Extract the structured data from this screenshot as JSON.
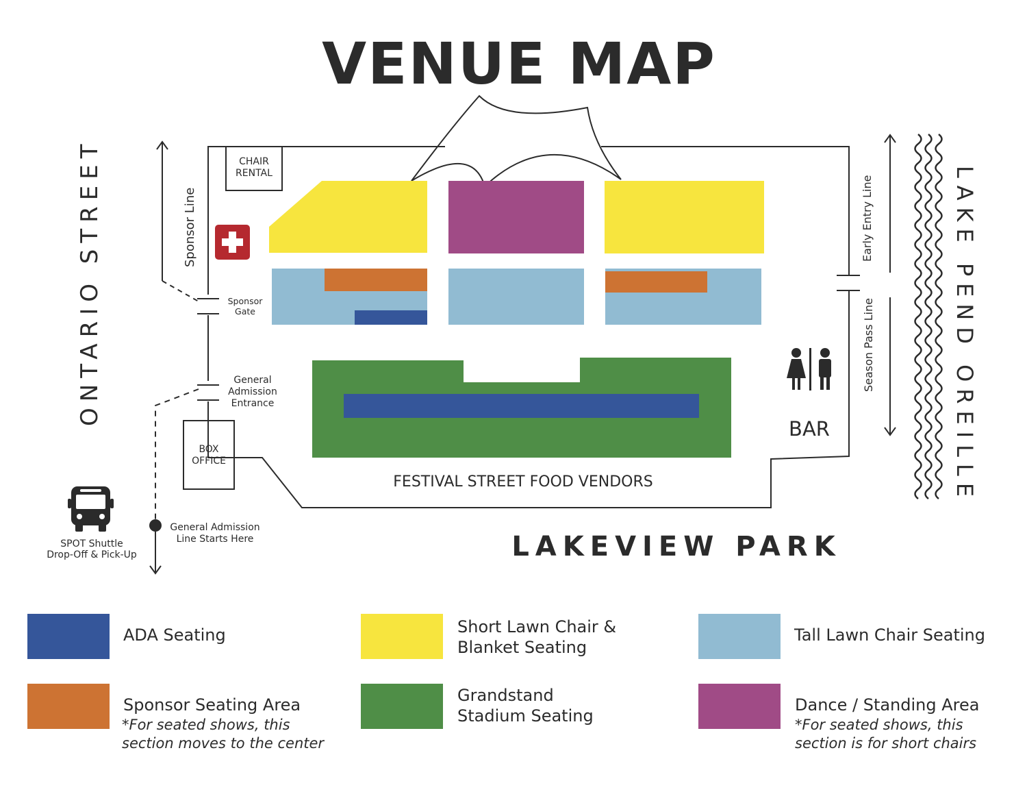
{
  "title": "VENUE MAP",
  "streets": {
    "left": "ONTARIO STREET",
    "right": "LAKE PEND OREILLE",
    "bottom": "LAKEVIEW PARK"
  },
  "map_labels": {
    "chair_rental_line1": "CHAIR",
    "chair_rental_line2": "RENTAL",
    "sponsor_line": "Sponsor Line",
    "sponsor_gate_line1": "Sponsor",
    "sponsor_gate_line2": "Gate",
    "ga_entrance_line1": "General",
    "ga_entrance_line2": "Admission",
    "ga_entrance_line3": "Entrance",
    "box_office_line1": "BOX",
    "box_office_line2": "OFFICE",
    "ga_line_start_line1": "General Admission",
    "ga_line_start_line2": "Line Starts Here",
    "shuttle_line1": "SPOT Shuttle",
    "shuttle_line2": "Drop-Off & Pick-Up",
    "food_vendors": "FESTIVAL STREET FOOD VENDORS",
    "bar": "BAR",
    "early_entry_line": "Early Entry Line",
    "season_pass_line": "Season Pass Line"
  },
  "icons": {
    "first_aid": "first-aid-cross-icon",
    "restrooms": "restroom-icon",
    "bus": "bus-icon",
    "stage": "tent-stage-icon",
    "lake_waves": "waves-icon"
  },
  "colors": {
    "ada": "#35569a",
    "short_lawn": "#f7e53e",
    "tall_lawn": "#91bbd2",
    "sponsor": "#cd7333",
    "grandstand": "#4f8e47",
    "dance": "#a04b86",
    "first_aid": "#b5292f"
  },
  "legend": [
    {
      "label_line1": "ADA Seating",
      "label_line2": "",
      "note_line1": "",
      "note_line2": ""
    },
    {
      "label_line1": "Short Lawn Chair &",
      "label_line2": "Blanket Seating",
      "note_line1": "",
      "note_line2": ""
    },
    {
      "label_line1": "Tall Lawn Chair Seating",
      "label_line2": "",
      "note_line1": "",
      "note_line2": ""
    },
    {
      "label_line1": "Sponsor Seating Area",
      "label_line2": "",
      "note_line1": "*For seated shows, this",
      "note_line2": "section moves to the center"
    },
    {
      "label_line1": "Grandstand",
      "label_line2": "Stadium Seating",
      "note_line1": "",
      "note_line2": ""
    },
    {
      "label_line1": "Dance / Standing Area",
      "label_line2": "",
      "note_line1": "*For seated shows, this",
      "note_line2": "section is for short chairs"
    }
  ]
}
